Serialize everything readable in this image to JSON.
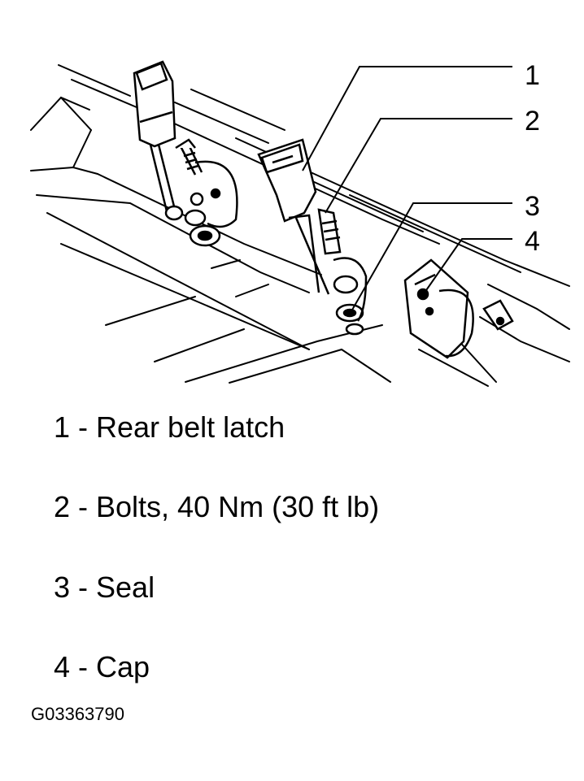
{
  "callouts": [
    "1",
    "2",
    "3",
    "4"
  ],
  "legend": [
    {
      "number": "1",
      "text": "Rear belt latch",
      "line": "1 - Rear belt latch"
    },
    {
      "number": "2",
      "text": "Bolts, 40 Nm (30 ft lb)",
      "line": "2 - Bolts, 40 Nm (30 ft lb)"
    },
    {
      "number": "3",
      "text": "Seal",
      "line": "3 - Seal"
    },
    {
      "number": "4",
      "text": "Cap",
      "line": "4 - Cap"
    }
  ],
  "figure_code": "G03363790",
  "colors": {
    "ink": "#000000",
    "paper": "#ffffff"
  }
}
